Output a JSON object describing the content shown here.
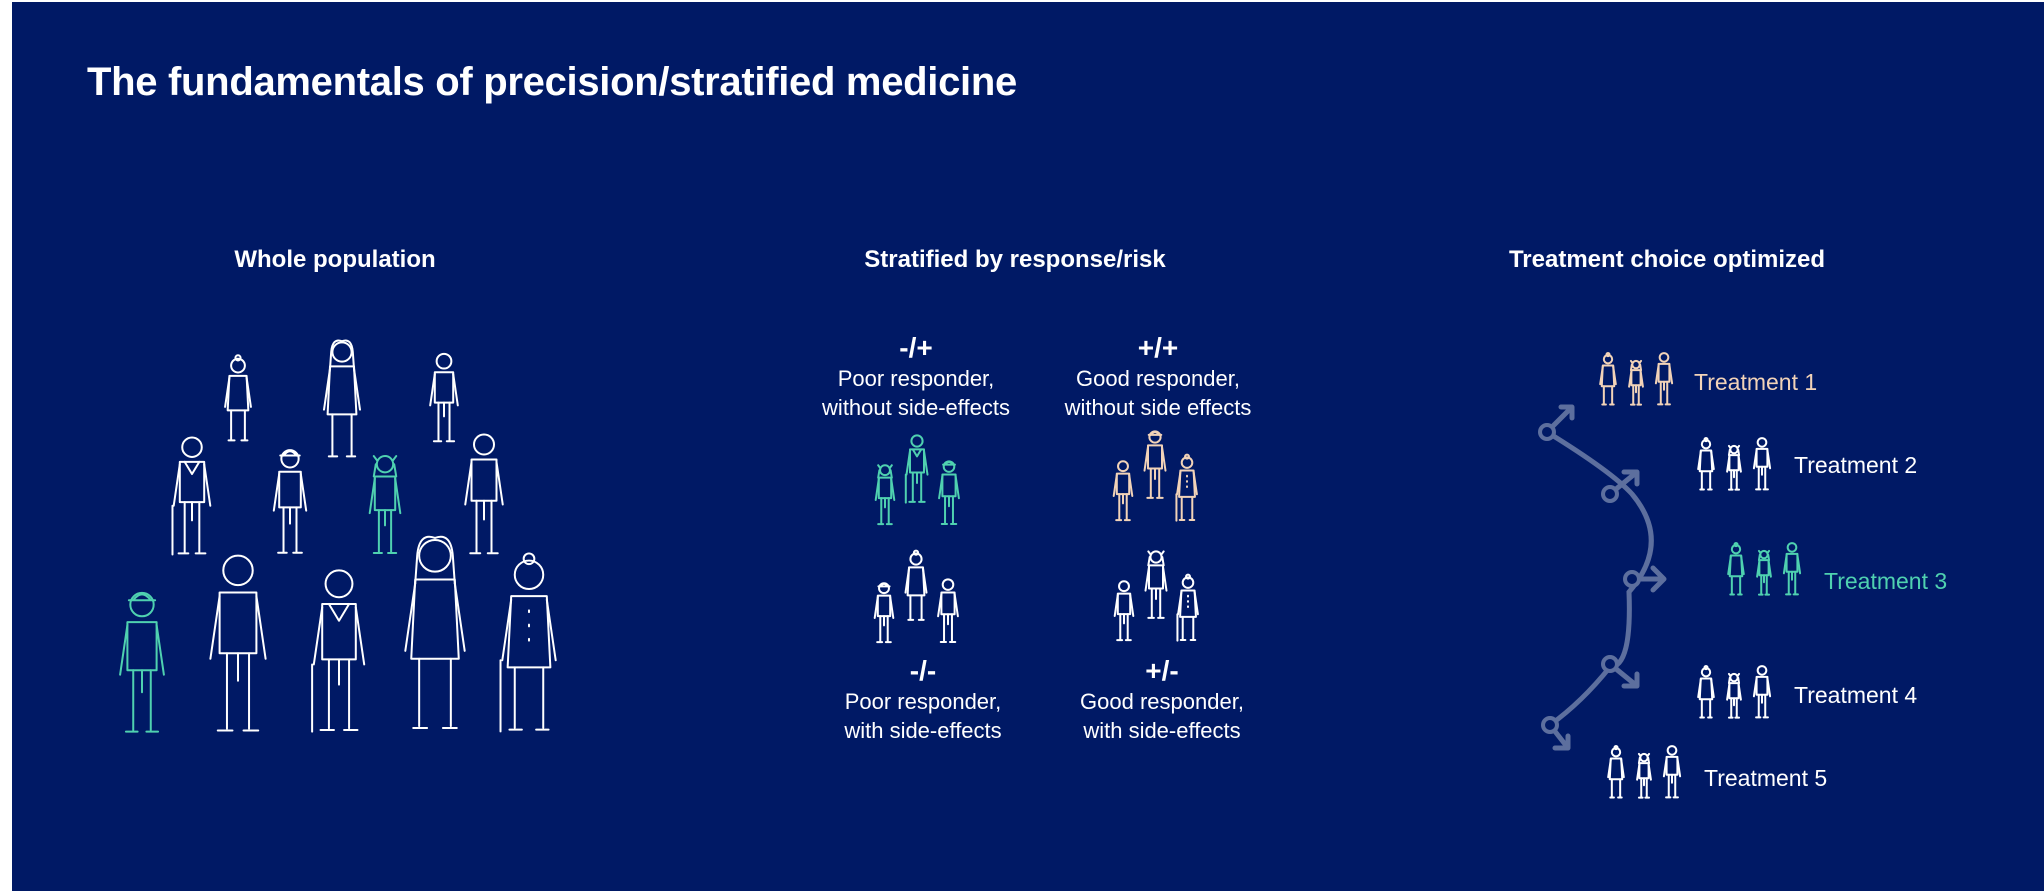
{
  "title": "The fundamentals of precision/stratified medicine",
  "colors": {
    "background": "#001965",
    "white": "#ffffff",
    "teal": "#4fd1b0",
    "peach": "#f2d3b8",
    "arrow": "#5d6f9e"
  },
  "sections": {
    "population": {
      "heading": "Whole population"
    },
    "stratified": {
      "heading": "Stratified by response/risk",
      "quadrants": [
        {
          "code": "-/+",
          "line1": "Poor responder,",
          "line2": "without side-effects",
          "color": "teal"
        },
        {
          "code": "+/+",
          "line1": "Good responder,",
          "line2": "without side effects",
          "color": "peach"
        },
        {
          "code": "-/-",
          "line1": "Poor responder,",
          "line2": "with side-effects",
          "color": "white"
        },
        {
          "code": "+/-",
          "line1": "Good responder,",
          "line2": "with side-effects",
          "color": "white"
        }
      ]
    },
    "treatment": {
      "heading": "Treatment choice optimized",
      "options": [
        {
          "label": "Treatment 1",
          "color": "peach"
        },
        {
          "label": "Treatment 2",
          "color": "white"
        },
        {
          "label": "Treatment 3",
          "color": "teal"
        },
        {
          "label": "Treatment 4",
          "color": "white"
        },
        {
          "label": "Treatment 5",
          "color": "white"
        }
      ]
    }
  }
}
